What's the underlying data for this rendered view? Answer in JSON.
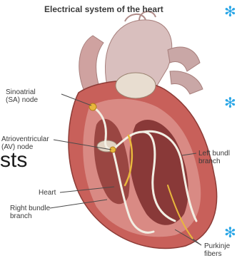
{
  "title": "Electrical system of the heart",
  "slide_fragment": "sts",
  "labels": {
    "sa_node": "Sinoatrial\n(SA) node",
    "av_node": "Atrioventricular\n(AV) node",
    "heart": "Heart",
    "right_bundle": "Right bundle\nbranch",
    "left_bundle": "Left bundl\nbranch",
    "purkinje": "Purkinje\nfibers"
  },
  "bullet_icon": "asterisk",
  "colors": {
    "bullet": "#2aa6e6",
    "conduction": "#f2efe4",
    "muscle": "#c8605a"
  }
}
